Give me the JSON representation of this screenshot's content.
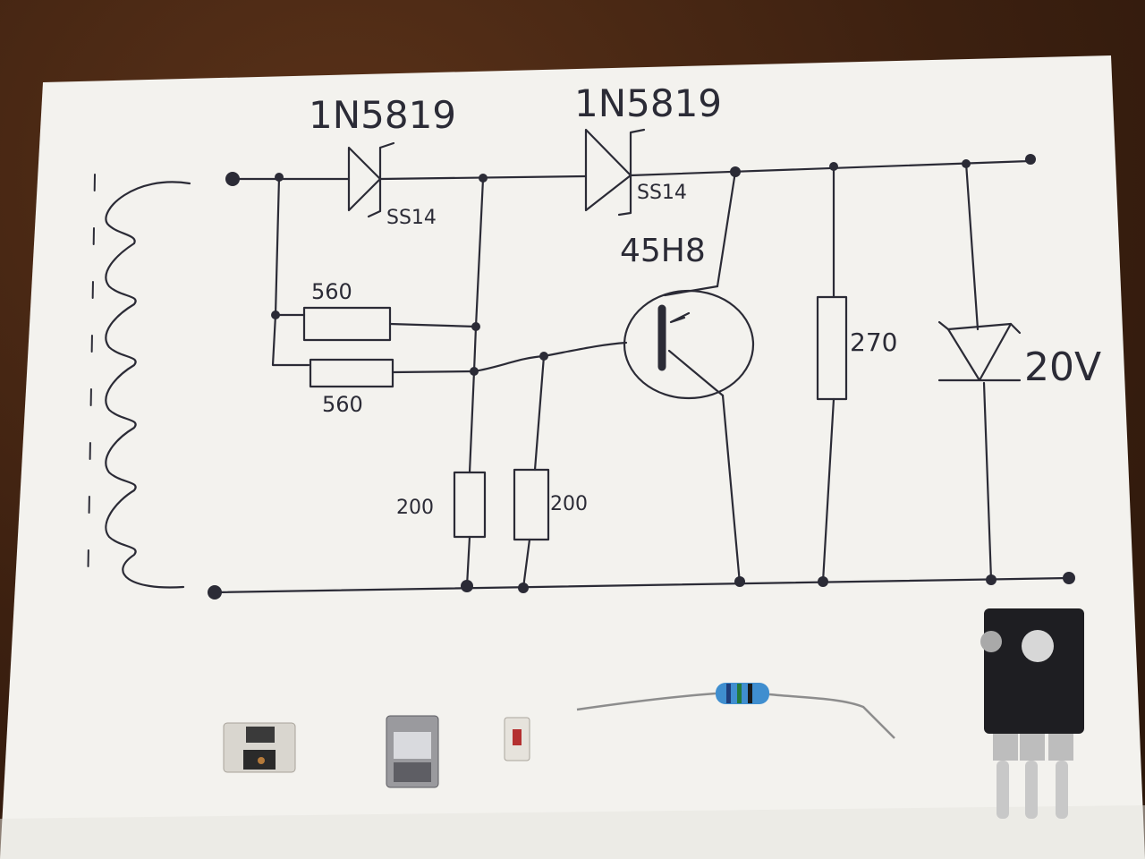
{
  "labels": {
    "diode1_top": "1N5819",
    "diode1_bottom": "SS14",
    "diode2_top": "1N5819",
    "diode2_bottom": "SS14",
    "transistor": "45H8",
    "r_top": "560",
    "r_bottom": "560",
    "r_200_left": "200",
    "r_200_right": "200",
    "r_270": "270",
    "zener": "20V"
  },
  "colors": {
    "paper": "#f3f2ee",
    "ink": "#2b2b36",
    "wood": "#3c2010"
  },
  "components_shown": [
    "smd-diode-package",
    "smd-transistor-package",
    "small-smd-diode",
    "axial-resistor",
    "to247-transistor"
  ]
}
